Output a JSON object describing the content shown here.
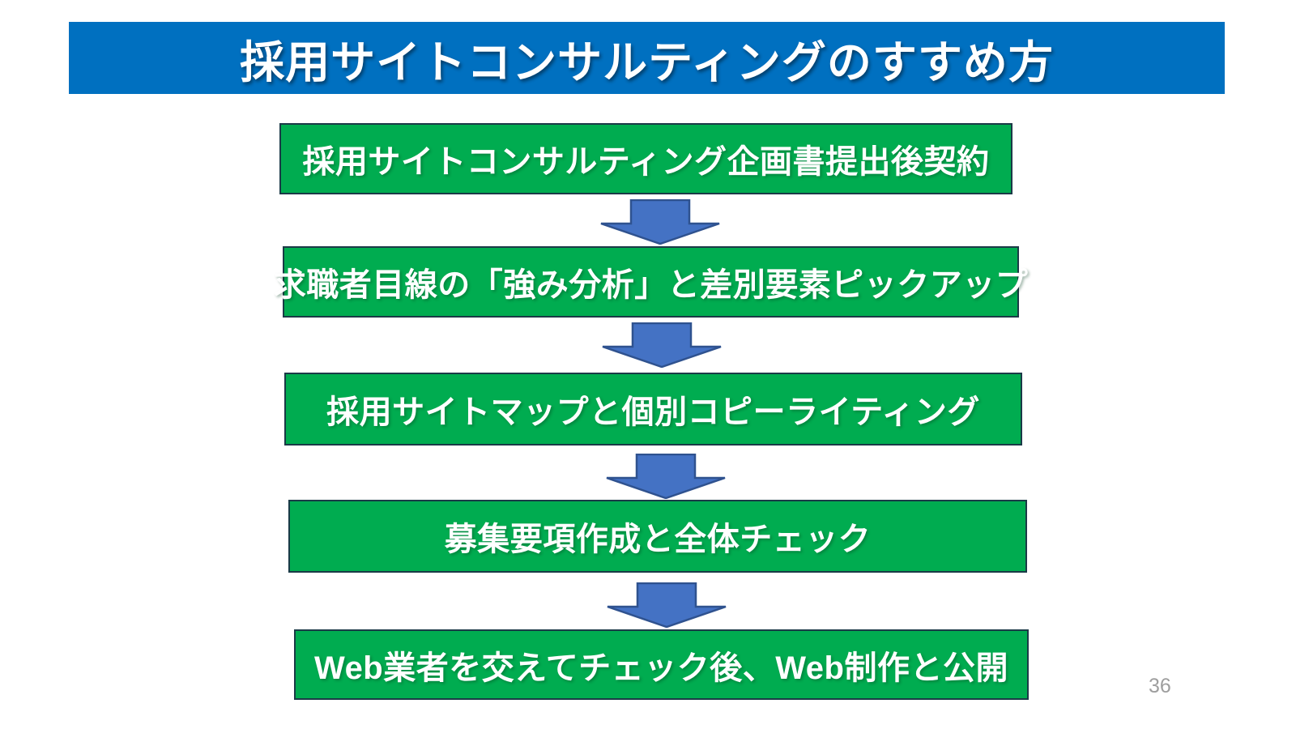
{
  "slide": {
    "title": "採用サイトコンサルティングのすすめ方",
    "page_number": "36"
  },
  "flow": {
    "steps": [
      {
        "label": "採用サイトコンサルティング企画書提出後契約"
      },
      {
        "label": "求職者目線の「強み分析」と差別要素ピックアップ"
      },
      {
        "label": "採用サイトマップと個別コピーライティング"
      },
      {
        "label": "募集要項作成と全体チェック"
      },
      {
        "label": "Web業者を交えてチェック後、Web制作と公開"
      }
    ]
  },
  "colors": {
    "header_bg": "#0070C0",
    "header_text": "#FFFFFF",
    "box_fill": "#00AC50",
    "box_border": "#1B3A47",
    "box_text": "#FFFFFF",
    "arrow_fill": "#4472C4",
    "arrow_border": "#2F528F",
    "page_number_text": "#9E9E9E"
  }
}
